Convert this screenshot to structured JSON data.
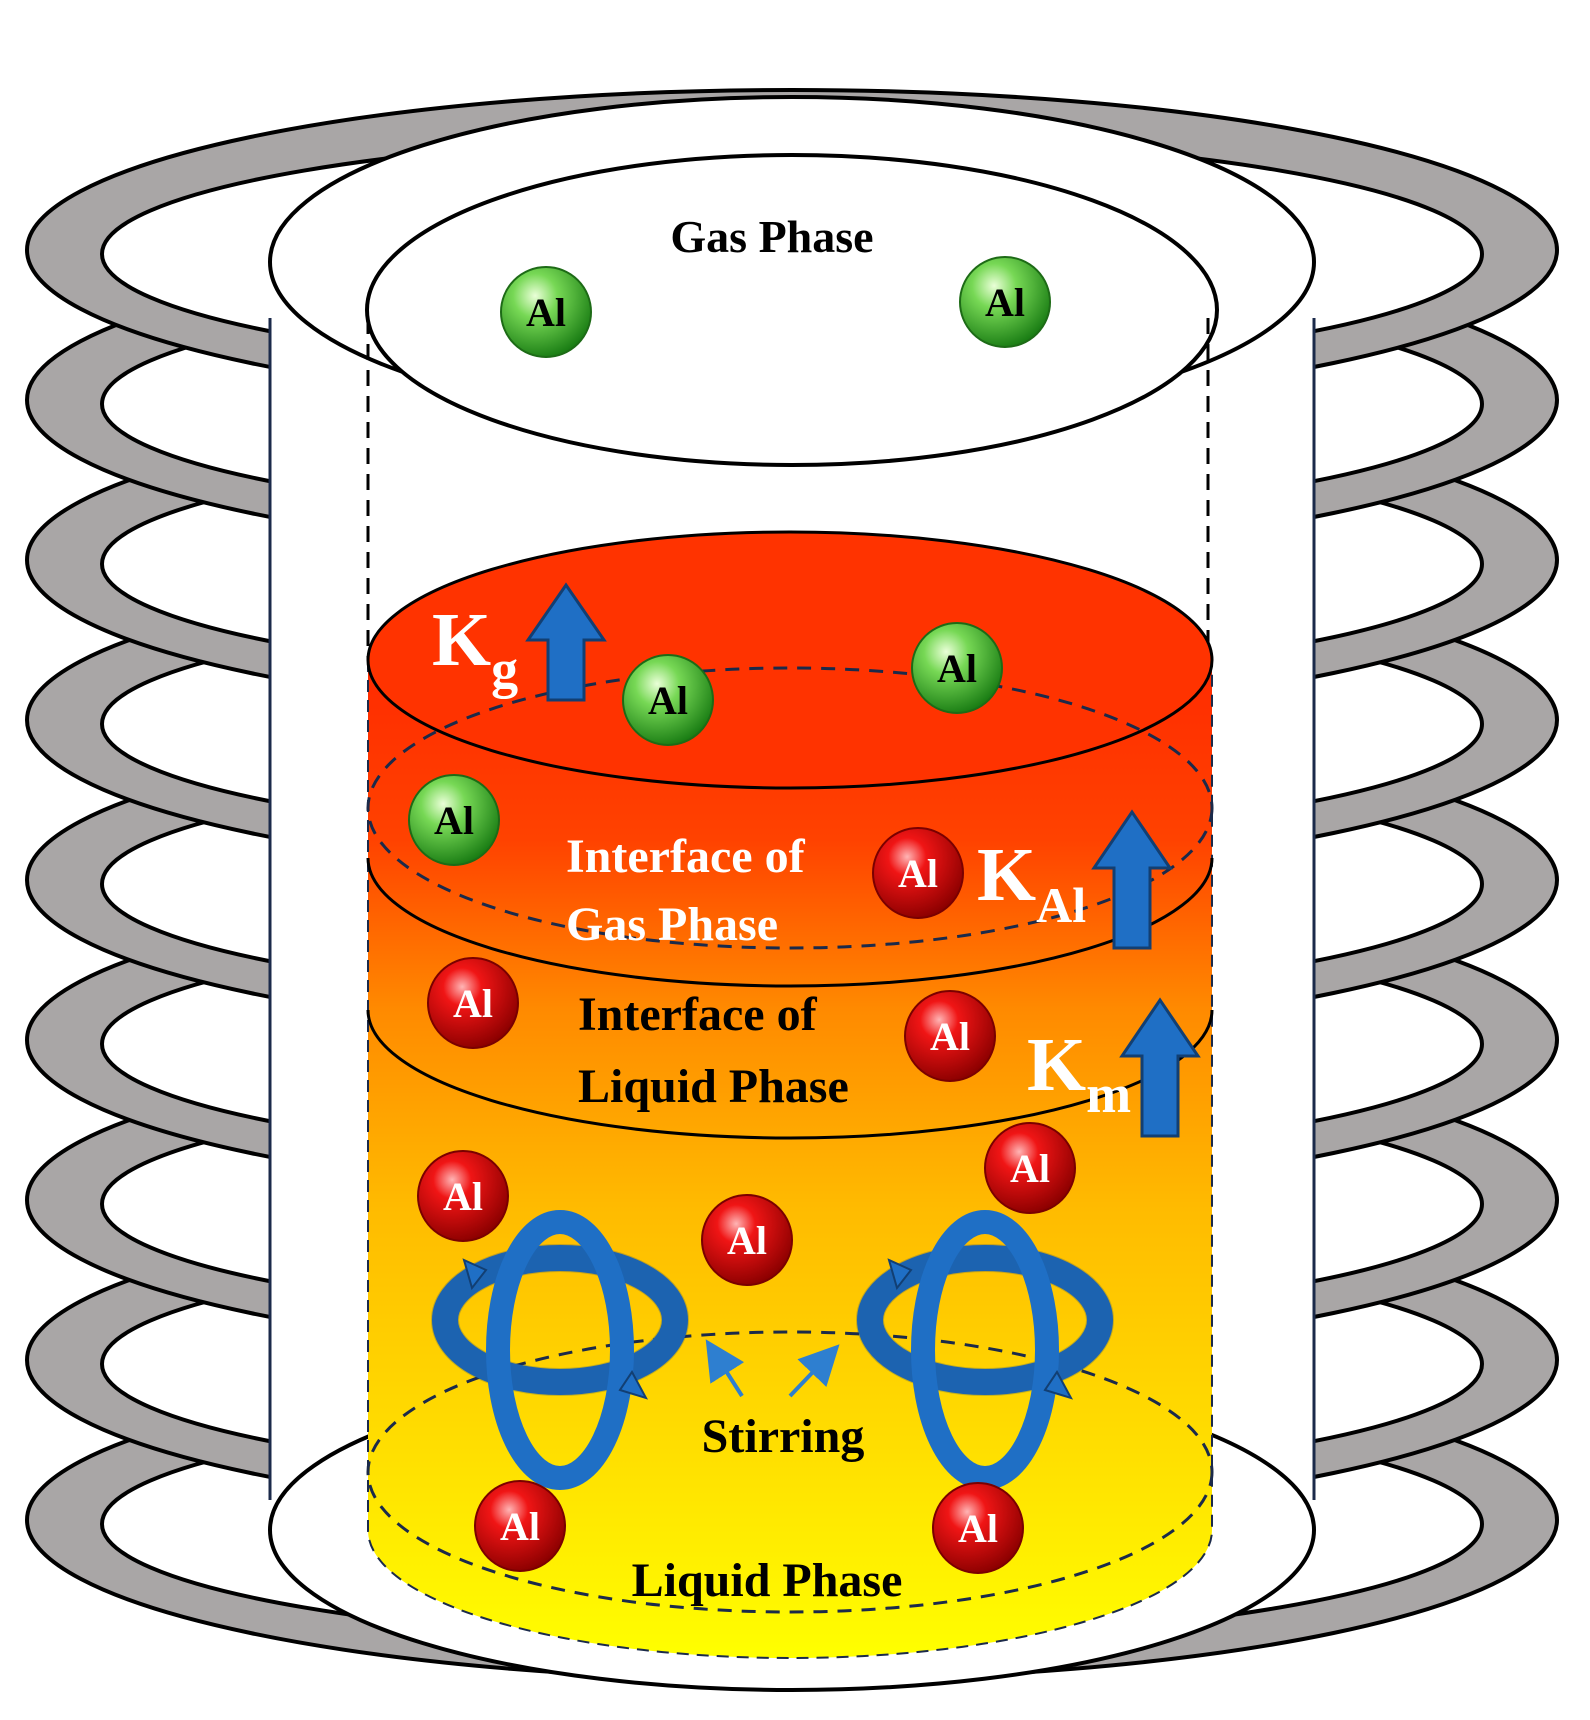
{
  "labels": {
    "gas_phase": "Gas Phase",
    "interface_gas_line1": "Interface of",
    "interface_gas_line2": "Gas Phase",
    "interface_liquid_line1": "Interface of",
    "interface_liquid_line2": "Liquid Phase",
    "stirring": "Stirring",
    "liquid_phase": "Liquid Phase"
  },
  "coefficients": {
    "kg_main": "K",
    "kg_sub": "g",
    "kal_main": "K",
    "kal_sub": "Al",
    "km_main": "K",
    "km_sub": "m"
  },
  "atoms": {
    "gas_atom_1": "Al",
    "gas_atom_2": "Al",
    "surface_atom_1": "Al",
    "surface_atom_2": "Al",
    "interface_gas_atom": "Al",
    "interface_liquid_atom_1": "Al",
    "interface_liquid_atom_2": "Al",
    "interface_liquid_atom_3": "Al",
    "liquid_atom_1": "Al",
    "liquid_atom_2": "Al",
    "liquid_atom_3": "Al",
    "liquid_atom_4": "Al",
    "liquid_atom_5": "Al"
  },
  "colors": {
    "coil_fill": "#a9a6a6",
    "coil_stroke": "#000000",
    "melt_top": "#ff3300",
    "melt_mid": "#ff8c00",
    "melt_low": "#ffc200",
    "melt_bottom": "#ffff00",
    "arrow_fill": "#1f6fc5",
    "arrow_stroke": "#123f73",
    "gas_atom": "#22a822",
    "liquid_atom": "#e0000e"
  }
}
